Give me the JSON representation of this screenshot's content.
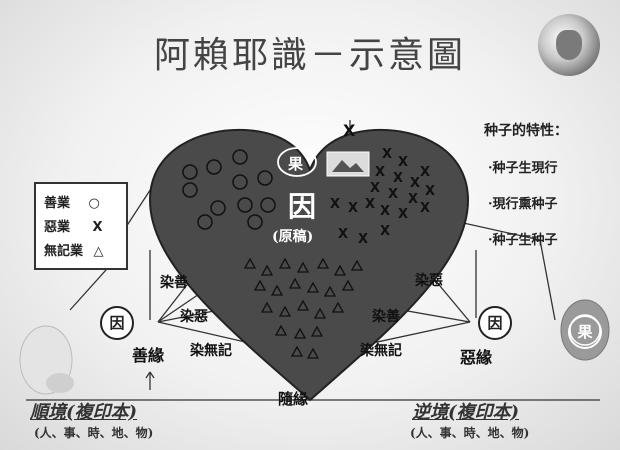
{
  "title": "阿賴耶識－示意圖",
  "heart": {
    "center_label": "因",
    "center_sub": "(原稿)",
    "fruit_label": "果",
    "top_x": "X"
  },
  "properties": {
    "title": "种子的特性：",
    "items": [
      "·种子生現行",
      "·現行熏种子",
      "·种子生种子"
    ]
  },
  "legend": [
    {
      "label": "善業",
      "symbol": "○"
    },
    {
      "label": "惡業",
      "symbol": "X"
    },
    {
      "label": "無記業",
      "symbol": "△"
    }
  ],
  "left": {
    "cause": "因",
    "condition": "善緣",
    "tags": [
      "染善",
      "染惡",
      "染無記"
    ],
    "env_title": "順境(複印本)",
    "env_sub": "(人、事、時、地、物)"
  },
  "right": {
    "cause": "因",
    "fruit": "果",
    "condition": "惡緣",
    "tags": [
      "染惡",
      "染善",
      "染無記"
    ],
    "env_title": "逆境(複印本)",
    "env_sub": "(人、事、時、地、物)"
  },
  "bottom_label": "隨緣",
  "colors": {
    "heart": "#4a4a4a",
    "line": "#333333"
  }
}
